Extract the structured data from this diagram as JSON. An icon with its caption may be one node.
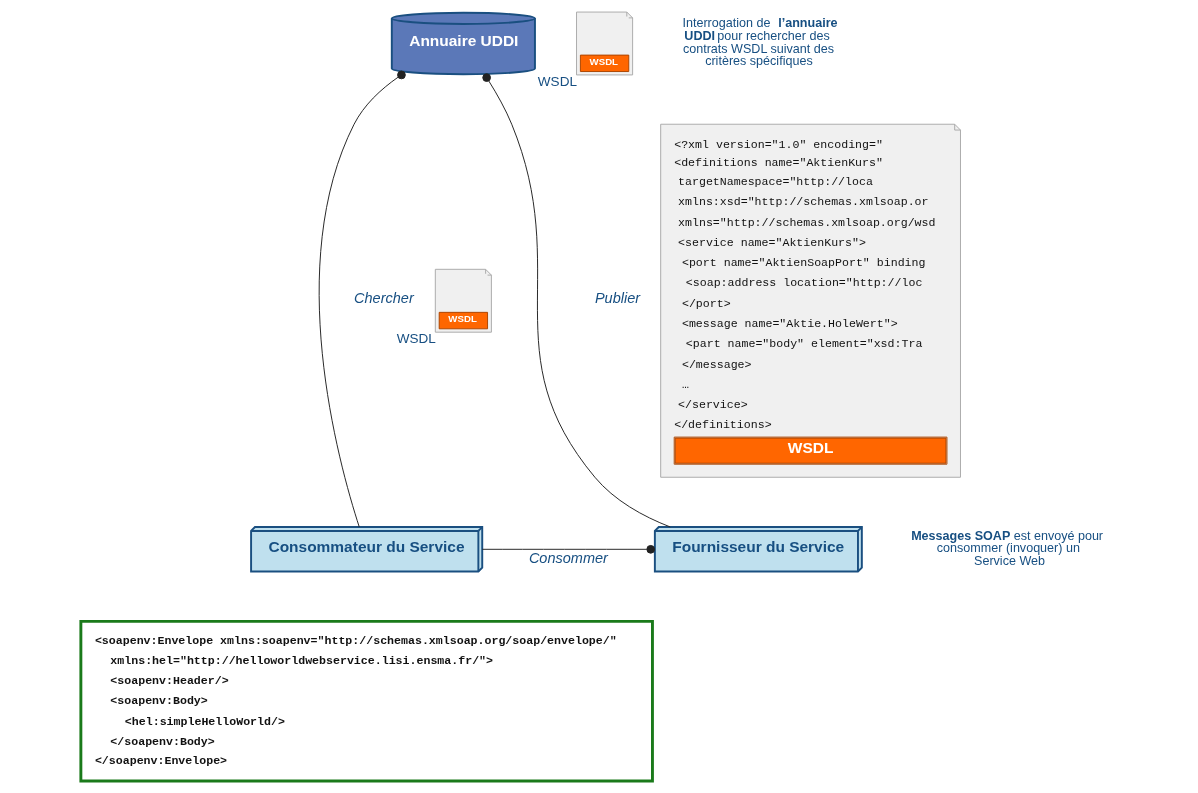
{
  "diagram": {
    "nodes": [
      {
        "text": [
          "Annuaire UDDI"
        ]
      },
      {
        "text": [
          "Consommateur du Service"
        ]
      },
      {
        "text": [
          "Fournisseur du Service"
        ]
      },
      {
        "text": [
          "WSDL"
        ],
        "beside": [
          "WSDL"
        ]
      },
      {
        "text": [
          "WSDL"
        ],
        "beside": [
          "WSDL"
        ]
      },
      {
        "text": [
          "<?xml version=\"1.0\" encoding=\"",
          "<definitions name=\"AktienKurs\"",
          "targetNamespace=\"http://loca",
          "xmlns:xsd=\"http://schemas.xmlsoap.or",
          "xmlns=\"http://schemas.xmlsoap.org/wsd",
          "<service name=\"AktienKurs\">",
          "<port name=\"AktienSoapPort\" binding",
          "<soap:address location=\"http://loc",
          "</port>",
          "<message name=\"Aktie.HoleWert\">",
          "<part name=\"body\" element=\"xsd:Tra",
          "</message>",
          "…",
          "</service>",
          "</definitions>",
          "WSDL"
        ]
      },
      {
        "text": [
          "<soapenv:Envelope xmlns:soapenv=\"http://schemas.xmlsoap.org/soap/envelope/\"",
          "xmlns:hel=\"http://helloworldwebservice.lisi.ensma.fr/\">",
          "<soapenv:Header/>",
          "<soapenv:Body>",
          "<hel:simpleHelloWorld/>",
          "</soapenv:Body>",
          "</soapenv:Envelope>"
        ]
      }
    ],
    "edges": [
      {
        "from": 1,
        "to": 0,
        "arrow": "other",
        "label": "Chercher"
      },
      {
        "from": 2,
        "to": 0,
        "arrow": "other",
        "label": "Publier"
      },
      {
        "from": 1,
        "to": 2,
        "arrow": "other",
        "label": "Consommer"
      }
    ],
    "labels": [
      "Interrogation de **l’annuaire UDDI** pour rechercher des contrats WSDL suivant des critères spécifiques",
      "**Messages SOAP** est envoyé pour consommer (invoquer) un Service Web"
    ]
  }
}
